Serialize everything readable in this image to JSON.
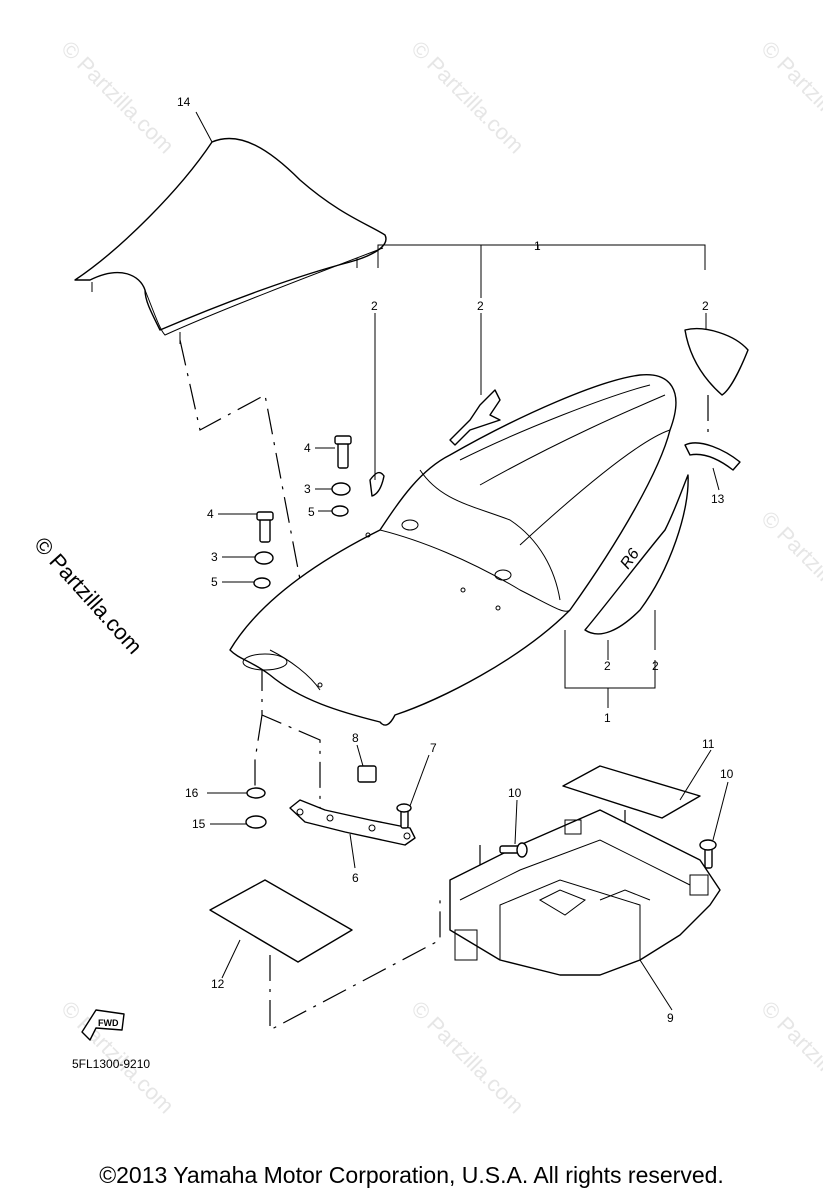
{
  "diagram": {
    "part_code": "5FL1300-9210",
    "fwd_label": "FWD",
    "watermark": "© Partzilla.com",
    "side_watermark": "© Partzilla.com",
    "copyright": "©2013  Yamaha Motor Corporation, U.S.A. All rights reserved.",
    "tail_logo": "R6",
    "callouts": {
      "c1_top": "1",
      "c1_bottom": "1",
      "c2_a": "2",
      "c2_b": "2",
      "c2_c": "2",
      "c2_d": "2",
      "c2_e": "2",
      "c3_a": "3",
      "c3_b": "3",
      "c4_a": "4",
      "c4_b": "4",
      "c5_a": "5",
      "c5_b": "5",
      "c6": "6",
      "c7": "7",
      "c8": "8",
      "c9": "9",
      "c10_a": "10",
      "c10_b": "10",
      "c11": "11",
      "c12": "12",
      "c13": "13",
      "c14": "14",
      "c15": "15",
      "c16": "16"
    }
  }
}
